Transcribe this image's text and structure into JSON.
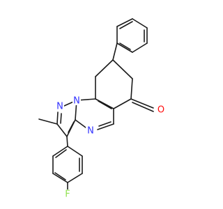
{
  "molecule": {
    "atoms": {
      "n1": {
        "label": "N",
        "color": "#3333ff"
      },
      "n2": {
        "label": "N",
        "color": "#3333ff"
      },
      "n3": {
        "label": "N",
        "color": "#3333ff"
      },
      "o1": {
        "label": "O",
        "color": "#ff0d0d"
      },
      "f1": {
        "label": "F",
        "color": "#90e050"
      }
    },
    "bond_color": "#1a1a1a",
    "background": "#ffffff"
  }
}
